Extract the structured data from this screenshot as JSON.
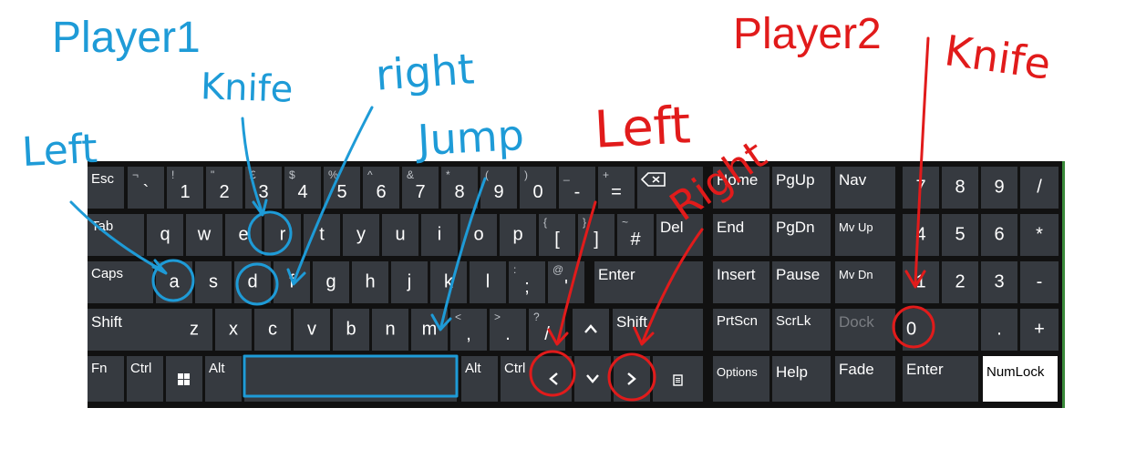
{
  "players": {
    "p1": "Player1",
    "p2": "Player2"
  },
  "annotations": {
    "p1_left": "Left",
    "p1_knife": "Knife",
    "p1_right": "right",
    "p1_jump": "Jump",
    "p2_left": "Left",
    "p2_right": "Right",
    "p2_knife": "Knife"
  },
  "colors": {
    "player1": "#1e9bd7",
    "player2": "#e11b1b",
    "key": "#363a40",
    "board": "#111111"
  },
  "keys": {
    "esc": "Esc",
    "backtick_s": "¬",
    "backtick": "`",
    "k1": "1",
    "k1_s": "!",
    "k2": "2",
    "k2_s": "\"",
    "k3": "3",
    "k3_s": "£",
    "k4": "4",
    "k4_s": "$",
    "k5": "5",
    "k5_s": "%",
    "k6": "6",
    "k6_s": "^",
    "k7": "7",
    "k7_s": "&",
    "k8": "8",
    "k8_s": "*",
    "k9": "9",
    "k9_s": "(",
    "k0": "0",
    "k0_s": ")",
    "minus": "-",
    "minus_s": "_",
    "equals": "=",
    "equals_s": "+",
    "tab": "Tab",
    "q": "q",
    "w": "w",
    "e": "e",
    "r": "r",
    "t": "t",
    "y": "y",
    "u": "u",
    "i": "i",
    "o": "o",
    "p": "p",
    "lbracket": "[",
    "lbracket_s": "{",
    "rbracket": "]",
    "rbracket_s": "}",
    "hash": "#",
    "hash_s": "~",
    "del": "Del",
    "caps": "Caps",
    "a": "a",
    "s": "s",
    "d": "d",
    "f": "f",
    "g": "g",
    "h": "h",
    "j": "j",
    "k": "k",
    "l": "l",
    "semicolon": ";",
    "semicolon_s": ":",
    "quote": "'",
    "quote_s": "@",
    "enter": "Enter",
    "shift": "Shift",
    "z": "z",
    "x": "x",
    "c": "c",
    "v": "v",
    "b": "b",
    "n": "n",
    "m": "m",
    "comma": ",",
    "comma_s": "<",
    "period": ".",
    "period_s": ">",
    "slash": "/",
    "slash_s": "?",
    "fn": "Fn",
    "ctrl": "Ctrl",
    "alt": "Alt",
    "home": "Home",
    "pgup": "PgUp",
    "nav": "Nav",
    "end": "End",
    "pgdn": "PgDn",
    "mvup": "Mv Up",
    "insert": "Insert",
    "pause": "Pause",
    "mvdn": "Mv Dn",
    "prtscn": "PrtScn",
    "scrlk": "ScrLk",
    "dock": "Dock",
    "options": "Options",
    "help": "Help",
    "fade": "Fade",
    "n7": "7",
    "n8": "8",
    "n9": "9",
    "ndiv": "/",
    "n4": "4",
    "n5": "5",
    "n6": "6",
    "nmul": "*",
    "n1": "1",
    "n2": "2",
    "n3": "3",
    "nminus": "-",
    "n0": "0",
    "ndot": ".",
    "nplus": "+",
    "nenter": "Enter",
    "numlock": "NumLock"
  }
}
